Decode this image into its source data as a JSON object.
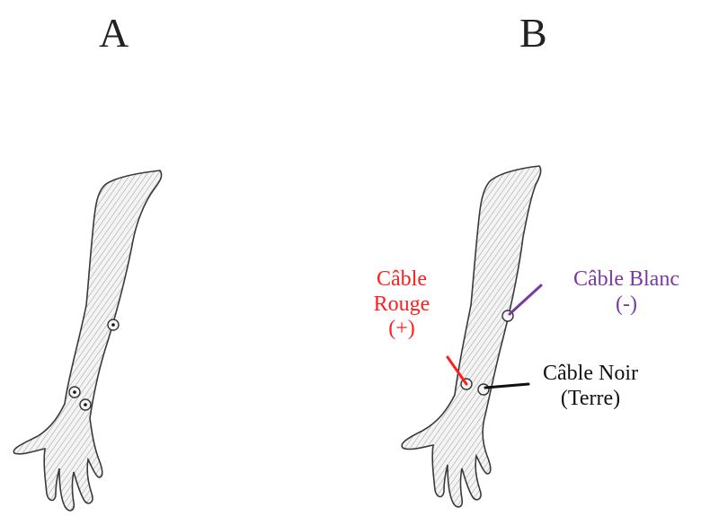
{
  "panels": {
    "a": {
      "letter": "A"
    },
    "b": {
      "letter": "B"
    }
  },
  "labels": {
    "red": {
      "line1": "Câble",
      "line2": "Rouge",
      "line3": "(+)",
      "color": "#ff1f1f"
    },
    "white": {
      "line1": "Câble Blanc",
      "line2": "(-)",
      "color": "#7a3aa0"
    },
    "black": {
      "line1": "Câble Noir",
      "line2": "(Terre)",
      "color": "#111111"
    }
  }
}
